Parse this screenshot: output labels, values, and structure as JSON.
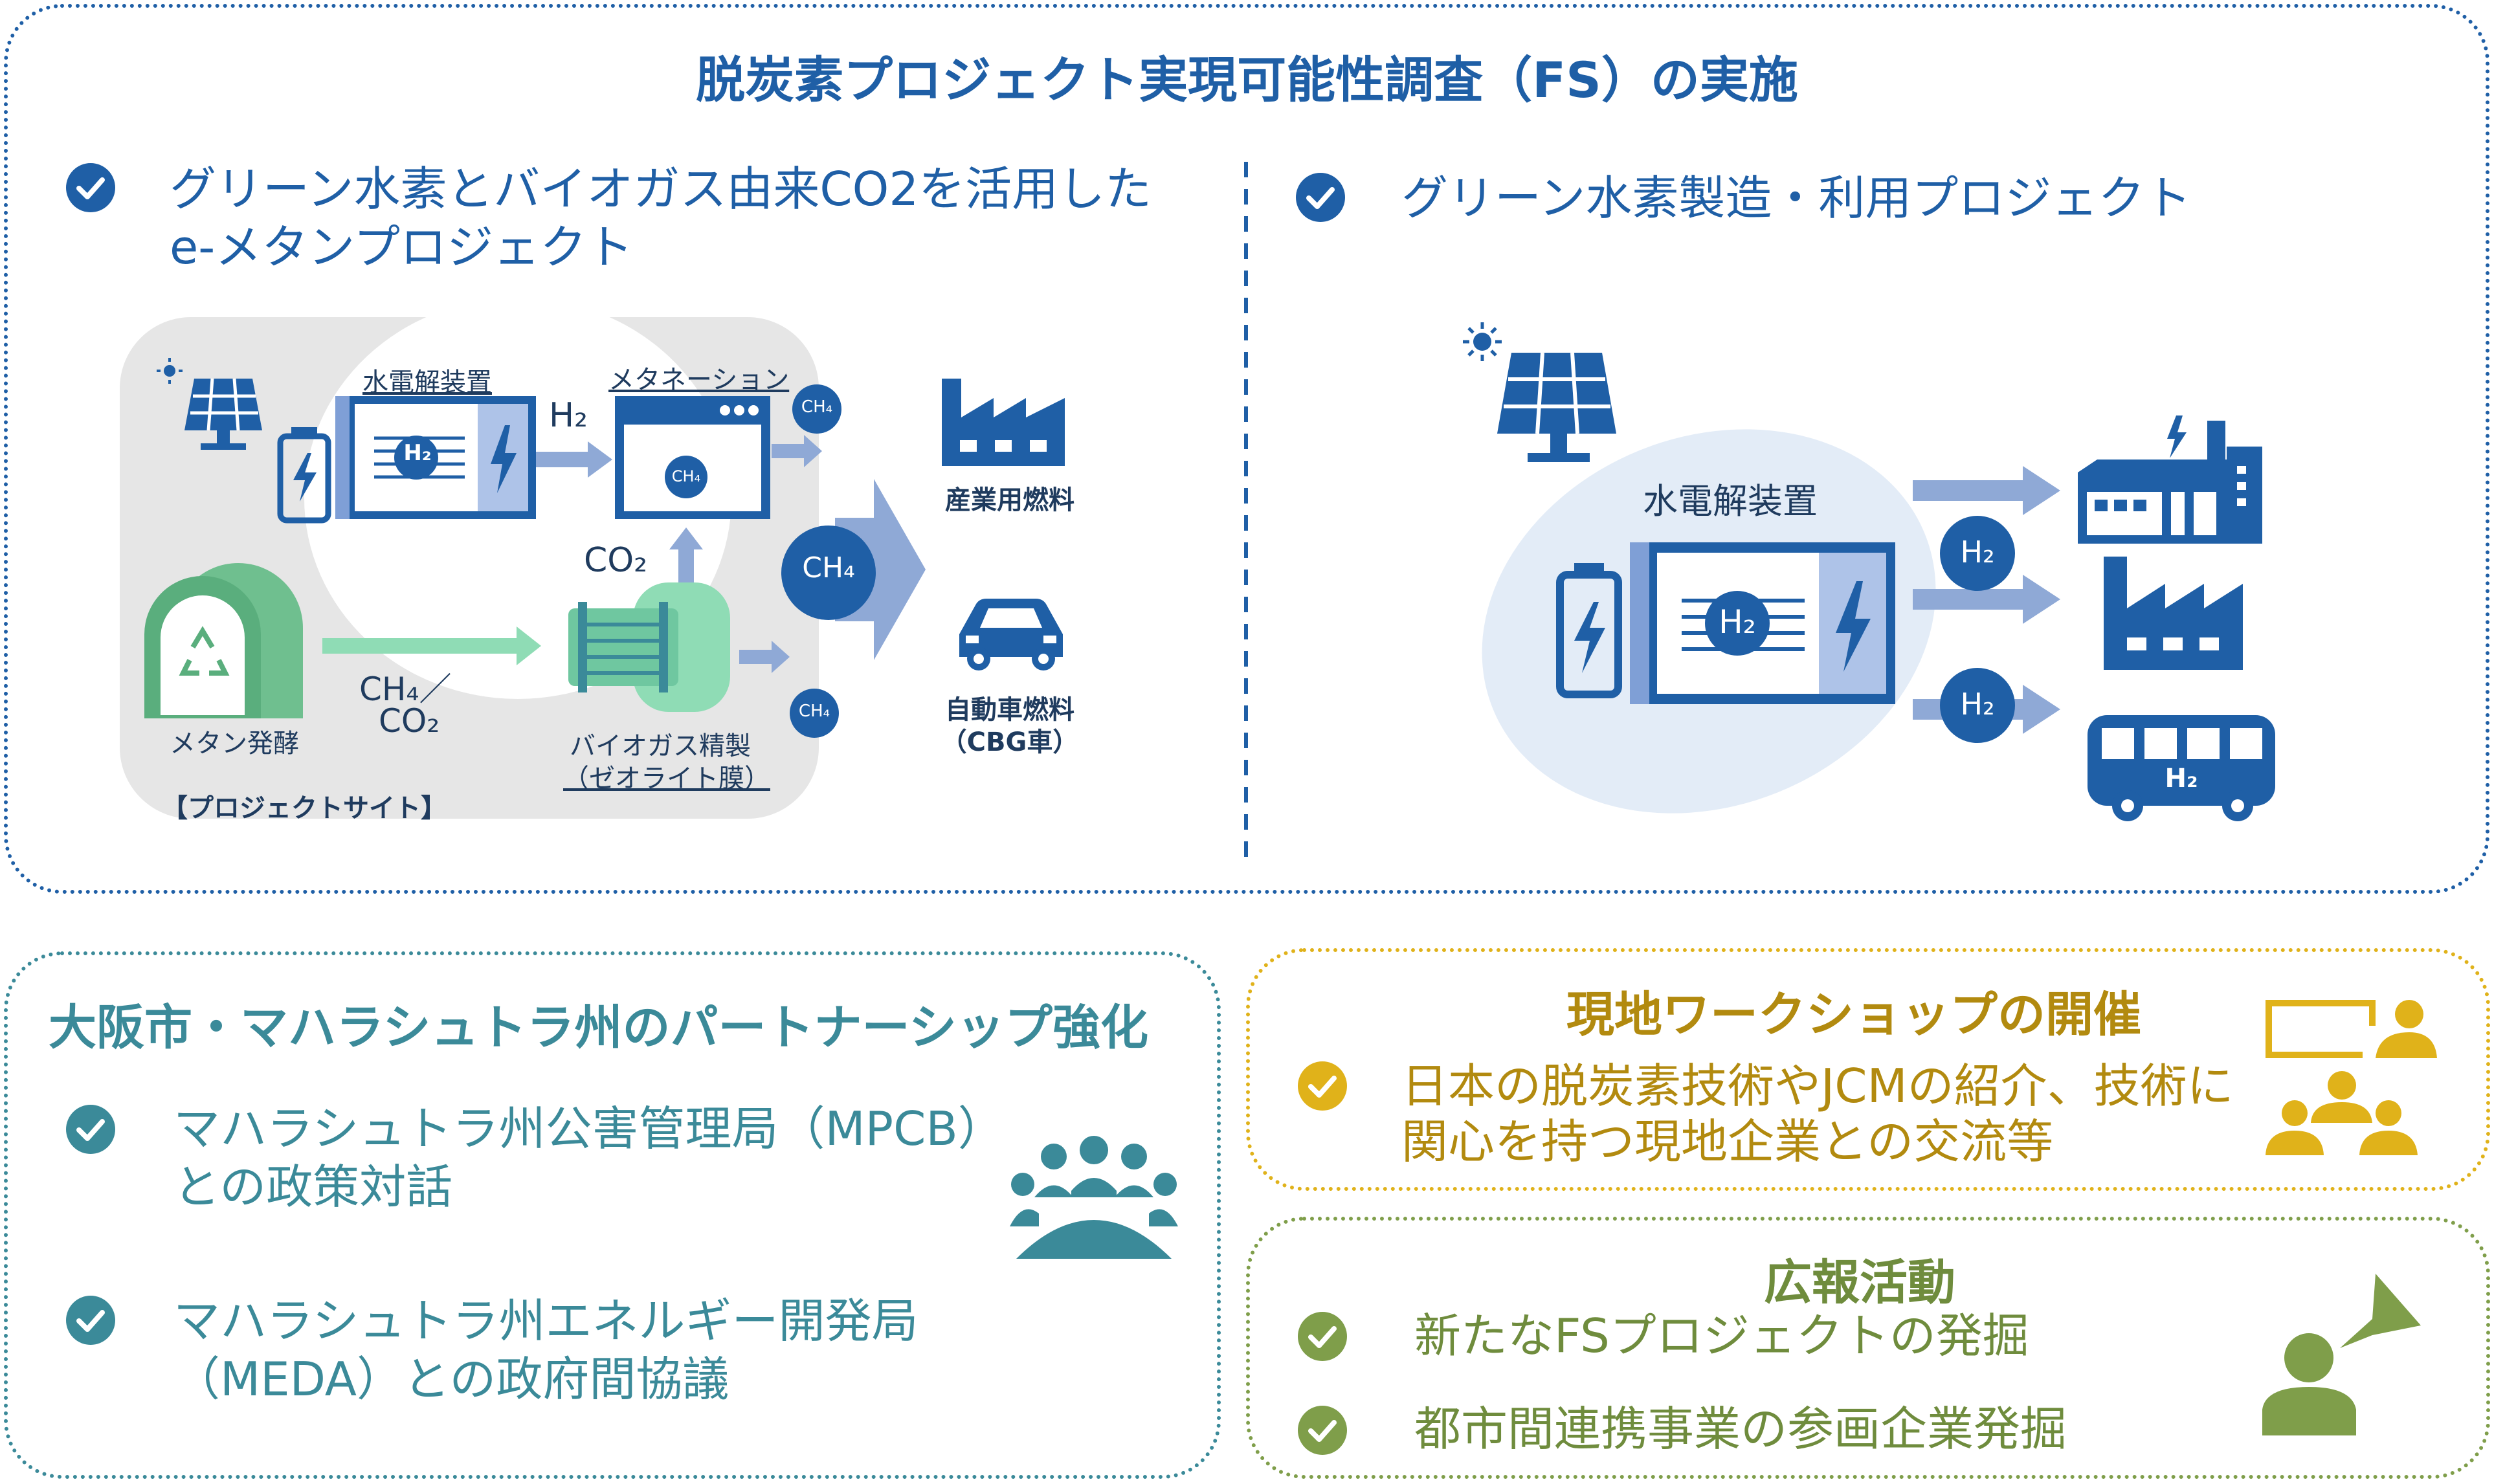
{
  "top": {
    "title": "脱炭素プロジェクト実現可能性調査（FS）の実施",
    "left": {
      "heading_line1": "グリーン水素とバイオガス由来CO2を活用した",
      "heading_line2": "e-メタンプロジェクト",
      "electrolyzer_label": "水電解装置",
      "methanation_label": "メタネーション",
      "h2_label": "H₂",
      "co2_label": "CO₂",
      "ch4_small": "CH₄",
      "ch4_big": "CH₄",
      "h2_chip": "H₂",
      "ch4_co2_line1": "CH₄／",
      "ch4_co2_line2": "CO₂",
      "methane_fermentation": "メタン発酵",
      "biogas_line1": "バイオガス精製",
      "biogas_line2": "（ゼオライト膜）",
      "project_site": "【プロジェクトサイト】",
      "industrial_fuel": "産業用燃料",
      "auto_fuel_line1": "自動車燃料",
      "auto_fuel_line2": "（CBG車）"
    },
    "right": {
      "heading": "グリーン水素製造・利用プロジェクト",
      "electrolyzer_label": "水電解装置",
      "h2_center": "H₂",
      "h2_top": "H₂",
      "h2_bottom": "H₂",
      "bus_h2": "H₂"
    }
  },
  "partner": {
    "title": "大阪市・マハラシュトラ州のパートナーシップ強化",
    "item1_line1": "マハラシュトラ州公害管理局（MPCB）",
    "item1_line2": "との政策対話",
    "item2_line1": "マハラシュトラ州エネルギー開発局",
    "item2_line2": "（MEDA）との政府間協議"
  },
  "workshop": {
    "title": "現地ワークショップの開催",
    "item1_line1": "日本の脱炭素技術やJCMの紹介、技術に",
    "item1_line2": "関心を持つ現地企業との交流等"
  },
  "pr": {
    "title": "広報活動",
    "item1": "新たなFSプロジェクトの発掘",
    "item2": "都市間連携事業の参画企業発掘"
  },
  "colors": {
    "blue": "#1f5fa6",
    "light_blue_arrow": "#8fa9d6",
    "teal": "#3b8a99",
    "gold": "#e0b21a",
    "green": "#7f9e4a",
    "mint": "#6fd3a6"
  }
}
